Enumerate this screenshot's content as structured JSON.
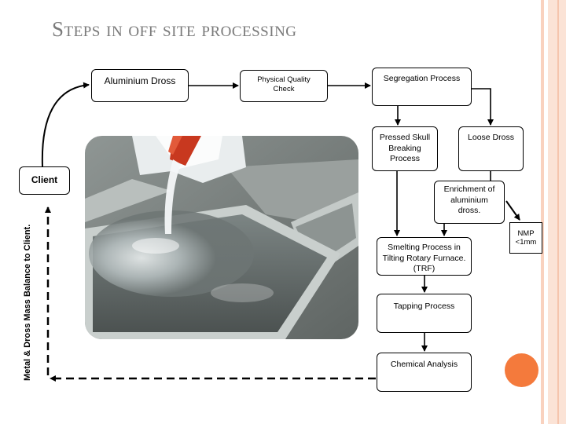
{
  "slide": {
    "title": "Steps in off site processing",
    "side_label": "Metal & Dross Mass Balance to Client."
  },
  "nodes": {
    "client": "Client",
    "aluminium_dross": "Aluminium Dross",
    "physical_quality_check": "Physical Quality Check",
    "segregation_process": "Segregation Process",
    "pressed_skull": "Pressed Skull Breaking Process",
    "loose_dross": "Loose Dross",
    "enrichment": "Enrichment of aluminium dross.",
    "nmp": "NMP <1mm",
    "smelting": "Smelting Process in Tilting Rotary Furnace.(TRF)",
    "tapping": "Tapping Process",
    "chemical_analysis": "Chemical Analysis"
  },
  "colors": {
    "accent_orange": "#f47a3c",
    "border_peach": "#f9d2bf",
    "title_gray": "#7a7a7a"
  }
}
